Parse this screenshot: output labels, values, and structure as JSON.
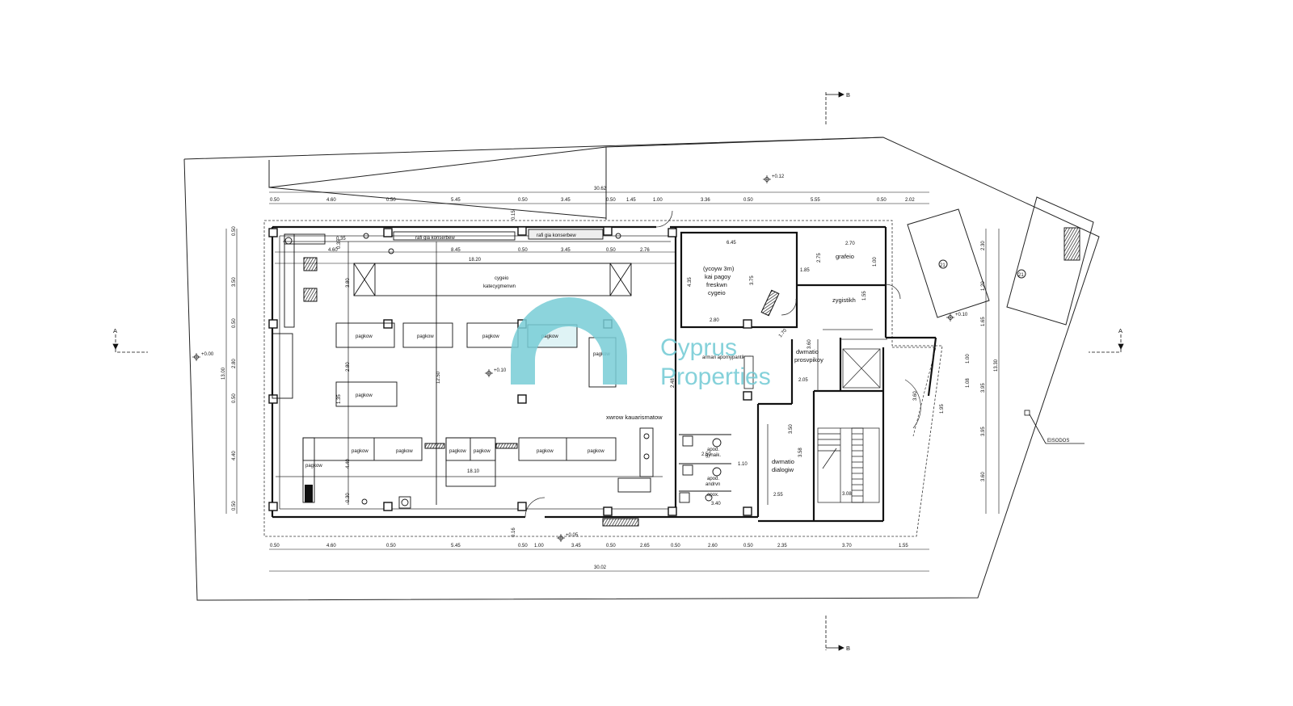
{
  "watermark": {
    "line1": "Cyprus",
    "line2": "Properties",
    "color": "#78cdd6"
  },
  "levels": {
    "site_top": "+0.12",
    "left": "+0.00",
    "shop": "+0.10",
    "bottom": "+0.05",
    "right": "+0.10"
  },
  "sections": {
    "a_left": "A",
    "a_right": "A",
    "b_top": "B",
    "b_bottom": "B"
  },
  "rooms": {
    "shelf_top_1": "rafi gia konserbew",
    "shelf_top_2": "rafi gia konserbew",
    "frozen_line1": "cygeio",
    "frozen_line2": "katecygmenwn",
    "coldroom_line1": "(ycoyw 3m)",
    "coldroom_line2": "kai pagoy",
    "coldroom_line3": "freskwn",
    "coldroom_line4": "cygeio",
    "office": "grafeio",
    "zygistikh": "zygistikh",
    "storage_line1": "dwmatio",
    "storage_line2": "prosvpikoy",
    "cleaning": "armari apornypantikwn",
    "checkout": "xwrow kauarismatow",
    "wc1_line1": "apod.",
    "wc1_line2": "gynaik.",
    "wc2_line1": "apod.",
    "wc2_line2": "andrvn",
    "wc3": "apox.",
    "dialogiw_line1": "dwmatio",
    "dialogiw_line2": "dialogiw",
    "entrance": "EISODOS",
    "parking_1": "21",
    "parking_2": "21"
  },
  "shelves": [
    "pagkow",
    "pagkow",
    "pagkow",
    "pagkow",
    "pagkow",
    "pagkow",
    "pagkow",
    "pagkow",
    "pagkow",
    "pagkow",
    "pagkow",
    "pagkow",
    "pagkow"
  ],
  "dimensions": {
    "top_total": "30.62",
    "top_chain": [
      "0.50",
      "4.60",
      "0.50",
      "5.45",
      "0.50",
      "3.45",
      "0.50",
      "1.45",
      "1.00",
      "3.36",
      "0.50",
      "5.55",
      "0.50",
      "2.02"
    ],
    "inner_chain": [
      "0.35",
      "4.60",
      "8.45",
      "0.50",
      "3.45",
      "0.50",
      "2.76"
    ],
    "inner_total": "18.20",
    "bottom_total": "30.02",
    "bottom_chain": [
      "0.50",
      "4.60",
      "0.50",
      "5.45",
      "0.50",
      "1.00",
      "3.45",
      "0.50",
      "2.65",
      "0.50",
      "2.60",
      "0.50",
      "2.35",
      "3.70",
      "1.55"
    ],
    "left_chain": [
      "0.50",
      "3.50",
      "0.50",
      "2.80",
      "0.50",
      "4.40",
      "0.50"
    ],
    "left_total": "13.00",
    "right_chain": [
      "2.30",
      "1.20",
      "1.65",
      "3.95",
      "3.60"
    ],
    "right_total": "13.30",
    "cold_width": "6.45",
    "cold_height": "4.35",
    "cold_inner": "3.75",
    "cold_bottom": "2.80",
    "office_width": "2.70",
    "office_w2": "1.00",
    "office_w3": "2.75",
    "office_h": "1.55",
    "door_1": "1.85",
    "stairs": "3.08",
    "dialog_w": "2.55",
    "dialog_h": "3.58",
    "room_dim_1": "2.05",
    "room_dim_2": "2.48",
    "room_dim_3": "3.60",
    "room_dim_4": "1.70",
    "room_dim_5": "3.60",
    "wc_dims": [
      "2.50",
      "1.10",
      "3.40"
    ],
    "misc": [
      "0.15",
      "0.16",
      "3.80",
      "12.50",
      "2.80",
      "4.40",
      "0.35",
      "1.08",
      "3.95",
      "1.95",
      "1.00",
      "0.30",
      "1.35",
      "3.50",
      "18.10"
    ]
  }
}
